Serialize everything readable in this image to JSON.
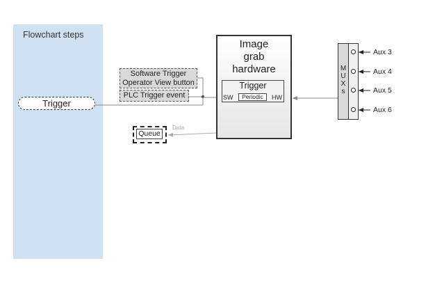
{
  "lane": {
    "title": "Flowchart steps"
  },
  "steps": {
    "trigger": "Trigger"
  },
  "sources": {
    "software_trigger": "Software Trigger",
    "operator_view": "Operator View button",
    "plc_trigger": "PLC Trigger event"
  },
  "hardware": {
    "title_line1": "Image",
    "title_line2": "grab",
    "title_line3": "hardware",
    "trigger_label": "Trigger",
    "sw_label": "SW",
    "periodic_label": "Periodic",
    "hw_label": "HW"
  },
  "mux": {
    "letters": [
      "M",
      "U",
      "X",
      "s"
    ]
  },
  "aux_inputs": [
    "Aux 3",
    "Aux 4",
    "Aux 5",
    "Aux 6"
  ],
  "output": {
    "data_label": "Data",
    "queue_label": "Queue"
  },
  "colors": {
    "lane_fill": "#cfe2f3",
    "source_fill": "#d9d9d9",
    "data_line": "#aaaaaa"
  }
}
